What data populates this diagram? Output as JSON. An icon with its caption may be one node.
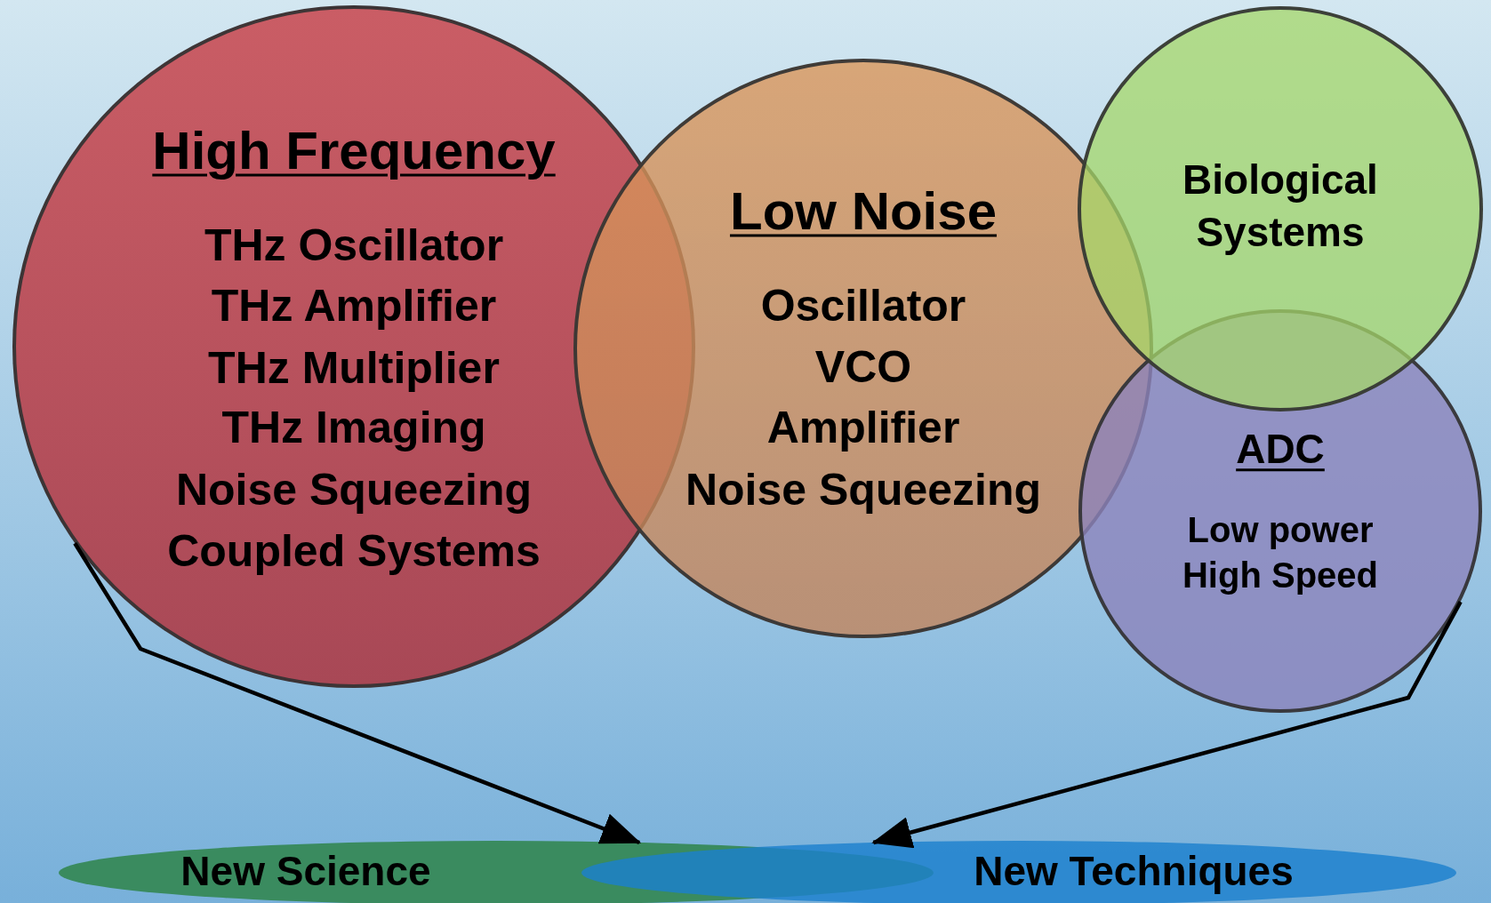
{
  "diagram": {
    "nodes": [
      {
        "text": [
          "High Frequency",
          "THz Oscillator",
          "THz Amplifier",
          "THz Multiplier",
          "THz Imaging",
          "Noise Squeezing",
          "Coupled Systems"
        ]
      },
      {
        "text": [
          "Low Noise",
          "Oscillator",
          "VCO",
          "Amplifier",
          "Noise Squeezing"
        ]
      },
      {
        "text": [
          "Biological Systems"
        ]
      },
      {
        "text": [
          "ADC",
          "Low power",
          "High Speed"
        ]
      },
      {
        "text": [
          "New Science"
        ]
      },
      {
        "text": [
          "New Techniques"
        ]
      }
    ],
    "edges": [
      {
        "from": 0,
        "to": 4,
        "arrow": "to"
      },
      {
        "from": 3,
        "to": 5,
        "arrow": "to"
      }
    ]
  }
}
